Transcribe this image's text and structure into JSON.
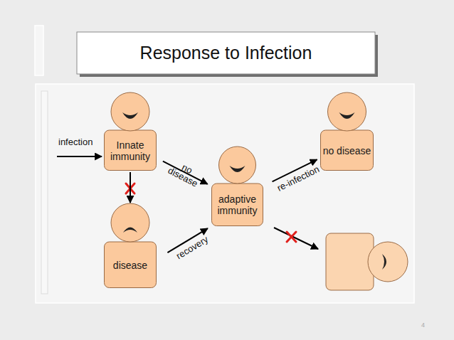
{
  "diagram": {
    "title": "Response to Infection",
    "nodes": [
      {
        "text": [
          "Innate immunity"
        ]
      },
      {
        "text": [
          "disease"
        ]
      },
      {
        "text": [
          "adaptive immunity"
        ]
      },
      {
        "text": [
          "no disease"
        ]
      }
    ],
    "edges": [
      {
        "from": 0,
        "to": 1,
        "arrow": "to"
      },
      {
        "from": 0,
        "to": 2,
        "label": "no disease",
        "arrow": "to"
      },
      {
        "from": 1,
        "to": 2,
        "label": "recovery",
        "arrow": "to"
      },
      {
        "from": 2,
        "to": 3,
        "label": "re-infection",
        "arrow": "to"
      }
    ],
    "labels": [
      "infection",
      "4"
    ]
  }
}
